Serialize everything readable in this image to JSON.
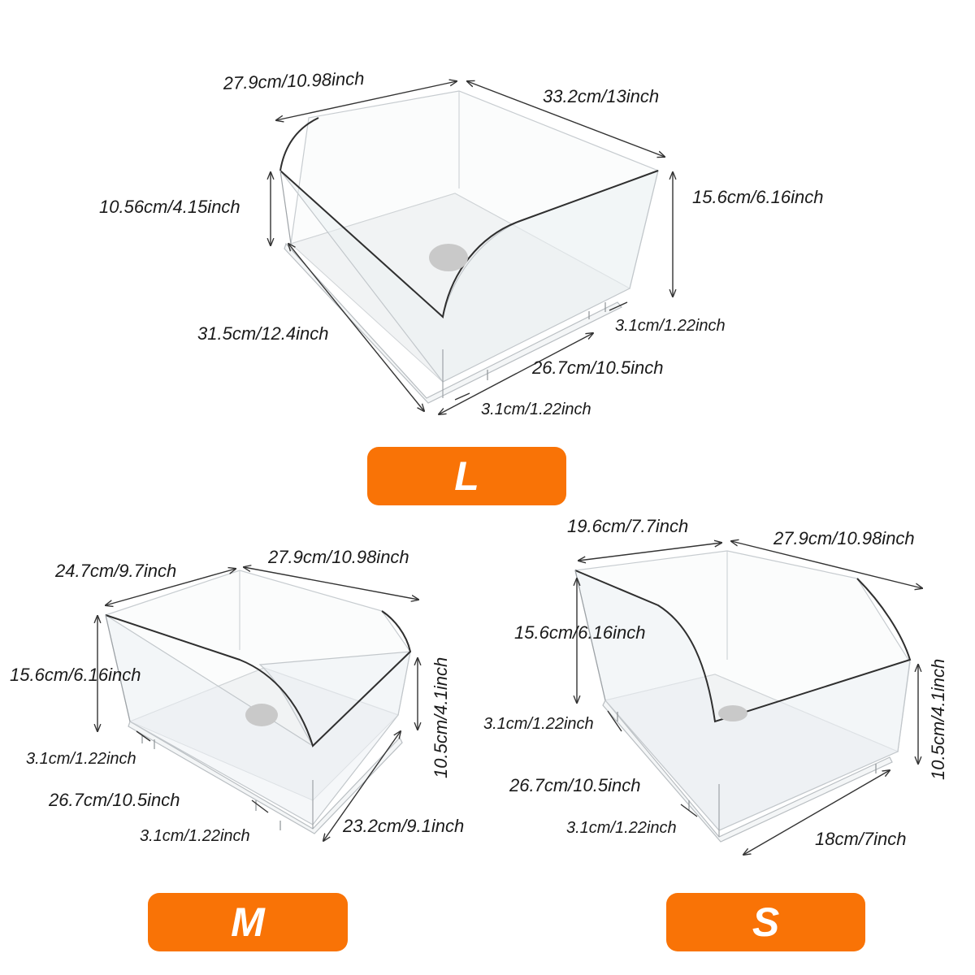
{
  "colors": {
    "badge": "#f97306",
    "line": "#333333",
    "box_edge": "#9aa0a6",
    "box_dark": "#2b2b2b",
    "drain": "#c9c9c9"
  },
  "sizes": {
    "L": {
      "badge": "L",
      "top_width": "27.9cm/10.98inch",
      "top_depth": "33.2cm/13inch",
      "front_height": "10.56cm/4.15inch",
      "back_height": "15.6cm/6.16inch",
      "bottom_depth": "31.5cm/12.4inch",
      "side_gap": "3.1cm/1.22inch",
      "bottom_width": "26.7cm/10.5inch",
      "front_gap": "3.1cm/1.22inch"
    },
    "M": {
      "badge": "M",
      "top_width": "24.7cm/9.7inch",
      "top_depth": "27.9cm/10.98inch",
      "back_height": "15.6cm/6.16inch",
      "front_height": "10.5cm/4.1inch",
      "side_gap": "3.1cm/1.22inch",
      "bottom_width": "26.7cm/10.5inch",
      "front_gap": "3.1cm/1.22inch",
      "bottom_depth": "23.2cm/9.1inch"
    },
    "S": {
      "badge": "S",
      "top_width": "19.6cm/7.7inch",
      "top_depth": "27.9cm/10.98inch",
      "back_height": "15.6cm/6.16inch",
      "front_height": "10.5cm/4.1inch",
      "side_gap": "3.1cm/1.22inch",
      "bottom_width": "26.7cm/10.5inch",
      "front_gap": "3.1cm/1.22inch",
      "bottom_depth": "18cm/7inch"
    }
  }
}
